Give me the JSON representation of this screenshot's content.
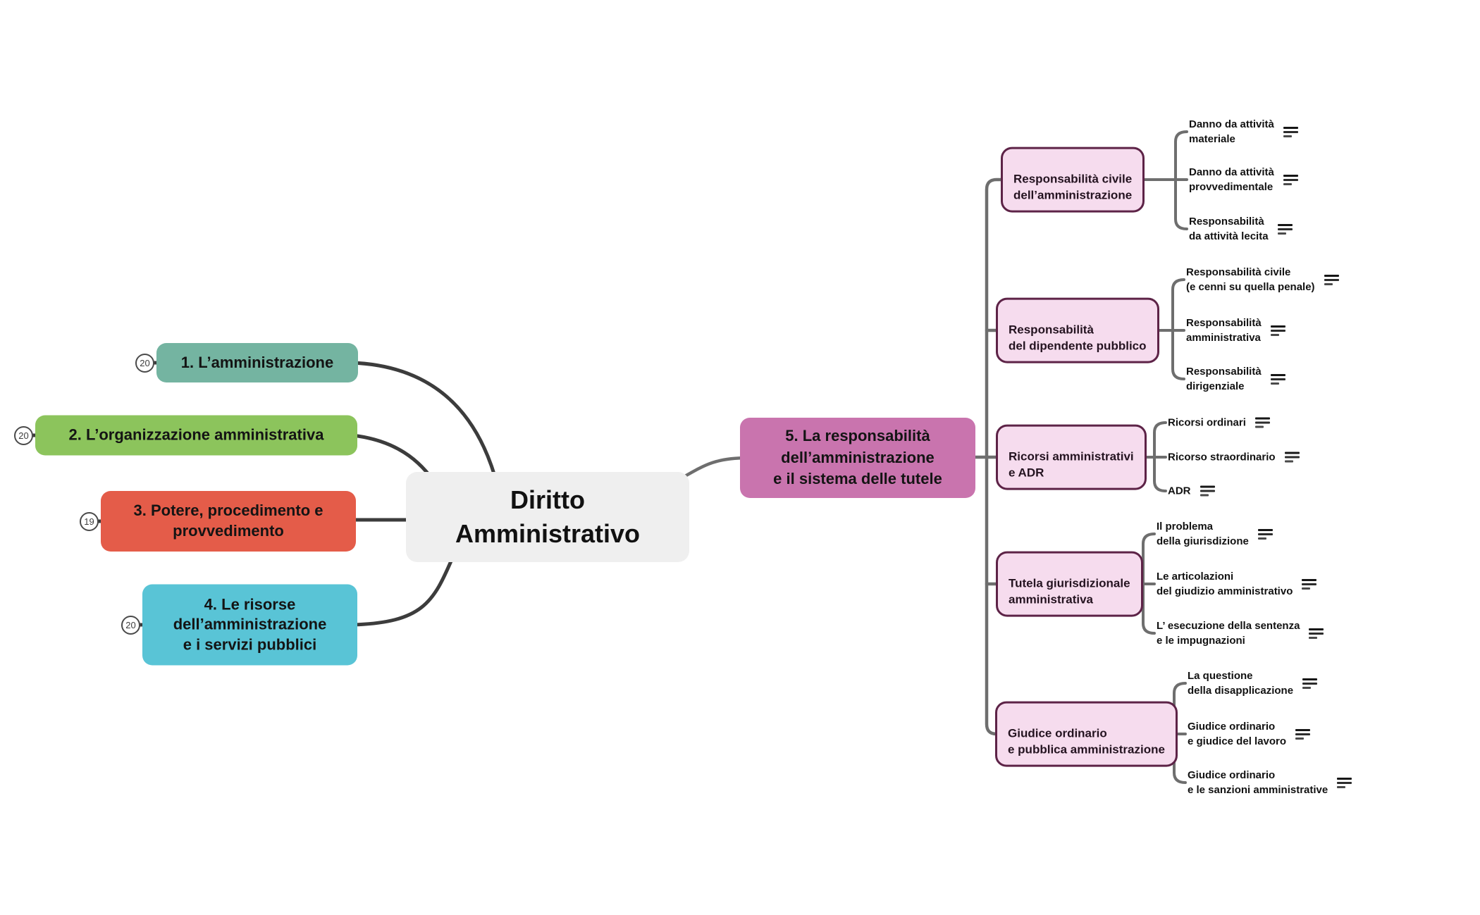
{
  "palette": {
    "chapter1_bg": "#74b4a1",
    "chapter2_bg": "#8cc45c",
    "chapter3_bg": "#e45c49",
    "chapter4_bg": "#59c4d6",
    "chapter5_bg": "#c974ae",
    "root_bg": "#efefef",
    "subtopic_bg": "#f6dcee",
    "subtopic_border": "#5d2347",
    "connector_dark": "#3c3c3c",
    "connector_gray": "#6e6e6e"
  },
  "root": {
    "label": "Diritto\nAmministrativo"
  },
  "chapters": [
    {
      "badge": "20",
      "label": "1. L’amministrazione"
    },
    {
      "badge": "20",
      "label": "2. L’organizzazione amministrativa"
    },
    {
      "badge": "19",
      "label": "3. Potere, procedimento e\nprovvedimento"
    },
    {
      "badge": "20",
      "label": "4. Le risorse\ndell’amministrazione\ne i servizi pubblici"
    },
    {
      "label": "5. La responsabilità\ndell’amministrazione\ne il sistema delle tutele"
    }
  ],
  "branch5": {
    "subtopics": [
      {
        "label": "Responsabilità civile\ndell’amministrazione",
        "children": [
          {
            "label": "Danno da attività\nmateriale",
            "icon": "note"
          },
          {
            "label": "Danno da attività\nprovvedimentale",
            "icon": "note"
          },
          {
            "label": "Responsabilità\nda attività lecita",
            "icon": "note"
          }
        ]
      },
      {
        "label": "Responsabilità\ndel dipendente pubblico",
        "children": [
          {
            "label": "Responsabilità civile\n(e cenni su quella penale)",
            "icon": "note"
          },
          {
            "label": "Responsabilità\namministrativa",
            "icon": "note"
          },
          {
            "label": "Responsabilità\ndirigenziale",
            "icon": "note"
          }
        ]
      },
      {
        "label": "Ricorsi amministrativi\ne ADR",
        "children": [
          {
            "label": "Ricorsi ordinari",
            "icon": "note"
          },
          {
            "label": "Ricorso straordinario",
            "icon": "note"
          },
          {
            "label": "ADR",
            "icon": "note"
          }
        ]
      },
      {
        "label": "Tutela giurisdizionale\namministrativa",
        "children": [
          {
            "label": "Il problema\ndella giurisdizione",
            "icon": "note"
          },
          {
            "label": "Le articolazioni\ndel giudizio amministrativo",
            "icon": "note"
          },
          {
            "label": "L’ esecuzione della sentenza\ne le impugnazioni",
            "icon": "note"
          }
        ]
      },
      {
        "label": "Giudice ordinario\ne pubblica amministrazione",
        "children": [
          {
            "label": "La questione\ndella disapplicazione",
            "icon": "note"
          },
          {
            "label": "Giudice ordinario\ne giudice del lavoro",
            "icon": "note"
          },
          {
            "label": "Giudice ordinario\ne le sanzioni amministrative",
            "icon": "note"
          }
        ]
      }
    ]
  }
}
